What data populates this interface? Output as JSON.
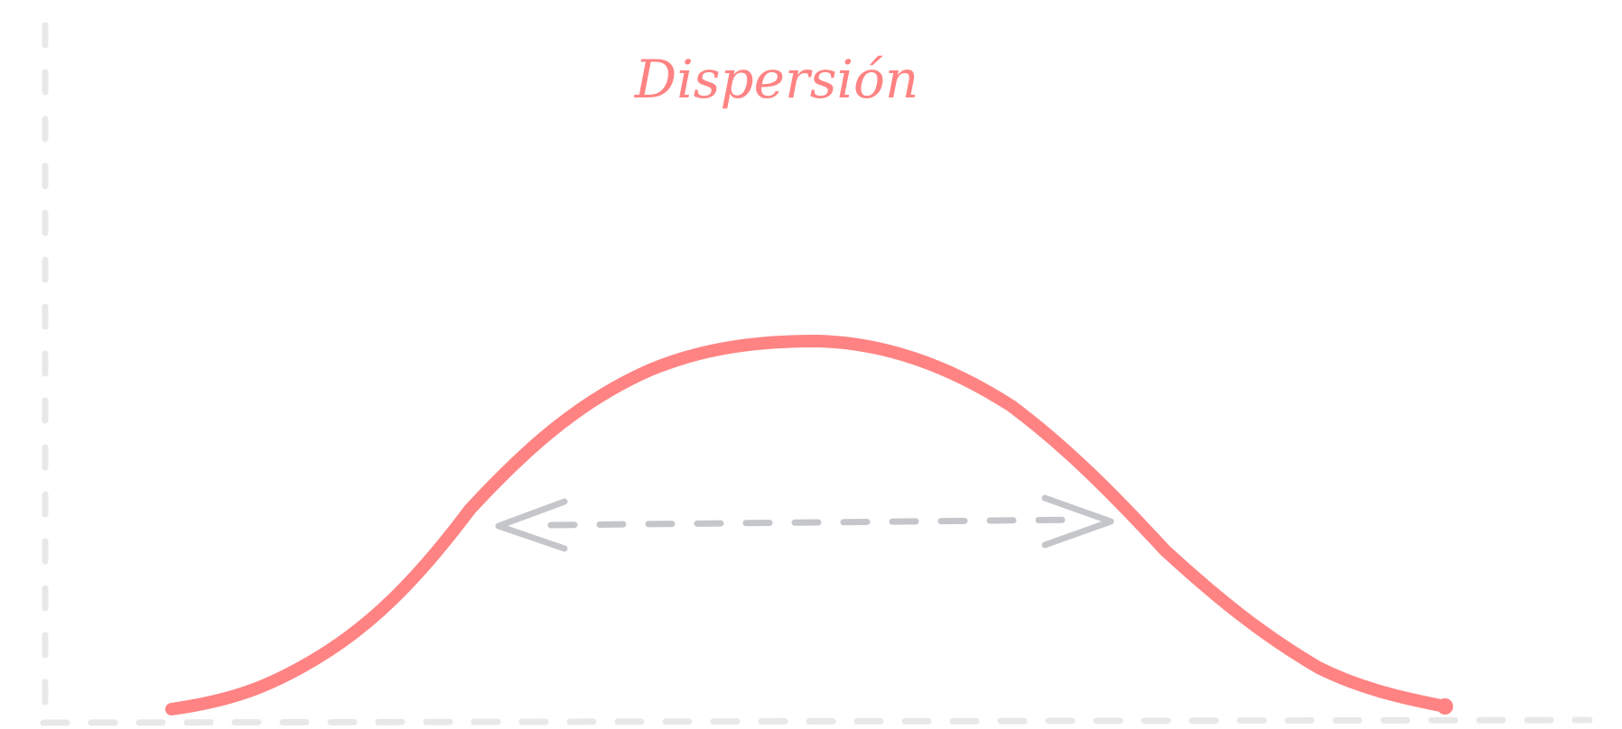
{
  "diagram": {
    "title": "Dispersión",
    "colors": {
      "curve": "#ff8383",
      "axis": "#e8e8e8",
      "arrow": "#c4c6ca",
      "background": "#ffffff"
    },
    "elements": {
      "curve": "bell-curve",
      "x_axis": "dashed-horizontal-axis",
      "y_axis": "dashed-vertical-axis",
      "spread_arrow": "double-headed-dashed-arrow"
    }
  }
}
